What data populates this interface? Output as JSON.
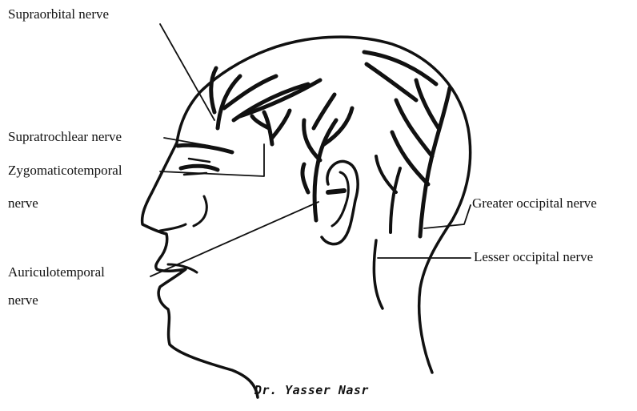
{
  "labels": {
    "supraorbital": "Supraorbital nerve",
    "supratrochlear": "Supratrochlear nerve",
    "zygomaticotemporal_1": "Zygomaticotemporal",
    "zygomaticotemporal_2": "nerve",
    "auriculotemporal_1": "Auriculotemporal",
    "auriculotemporal_2": "nerve",
    "greater_occipital": "Greater occipital nerve",
    "lesser_occipital": "Lesser occipital nerve"
  },
  "signature": "Dr. Yasser Nasr",
  "colors": {
    "ink": "#111111",
    "background": "#ffffff"
  }
}
